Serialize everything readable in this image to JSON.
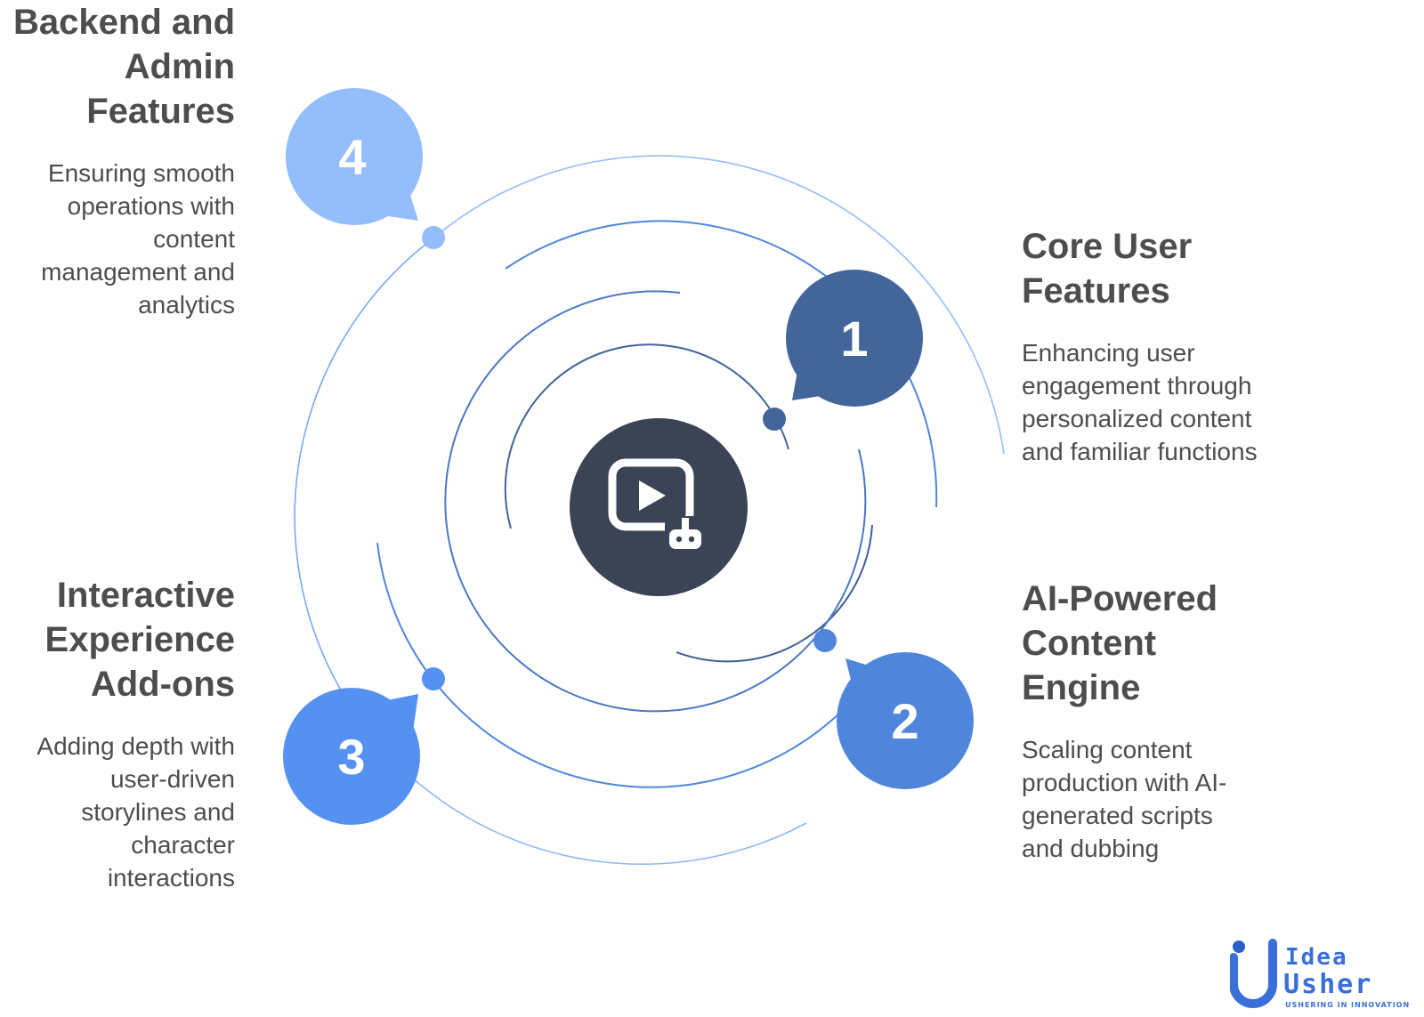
{
  "center": {
    "icon": "video-play-robot-icon",
    "color": "#3a4454"
  },
  "steps": [
    {
      "number": "1",
      "title": "Core User Features",
      "description": "Enhancing user engagement through personalized content and familiar functions",
      "color": "#43659a"
    },
    {
      "number": "2",
      "title": "AI-Powered Content Engine",
      "description": "Scaling content production with AI-generated scripts and dubbing",
      "color": "#4f86dc"
    },
    {
      "number": "3",
      "title": "Interactive Experience Add-ons",
      "description": "Adding depth with user-driven storylines and character interactions",
      "color": "#5591f0"
    },
    {
      "number": "4",
      "title": "Backend and Admin Features",
      "description": "Ensuring smooth operations with content management and analytics",
      "color": "#94bdfb"
    }
  ],
  "label_lines": {
    "step4_title": [
      "Backend and",
      "Admin",
      "Features"
    ],
    "step4_desc": [
      "Ensuring smooth",
      "operations with",
      "content",
      "management and",
      "analytics"
    ],
    "step3_title": [
      "Interactive",
      "Experience",
      "Add-ons"
    ],
    "step3_desc": [
      "Adding depth with",
      "user-driven",
      "storylines and",
      "character",
      "interactions"
    ],
    "step1_title": [
      "Core User",
      "Features"
    ],
    "step1_desc": [
      "Enhancing user",
      "engagement through",
      "personalized content",
      "and familiar functions"
    ],
    "step2_title": [
      "AI-Powered",
      "Content",
      "Engine"
    ],
    "step2_desc": [
      "Scaling content",
      "production with AI-",
      "generated scripts",
      "and dubbing"
    ]
  },
  "logo": {
    "line1": "Idea",
    "line2": "Usher",
    "tagline": "USHERING IN INNOVATION",
    "color": "#3a6fd8"
  }
}
